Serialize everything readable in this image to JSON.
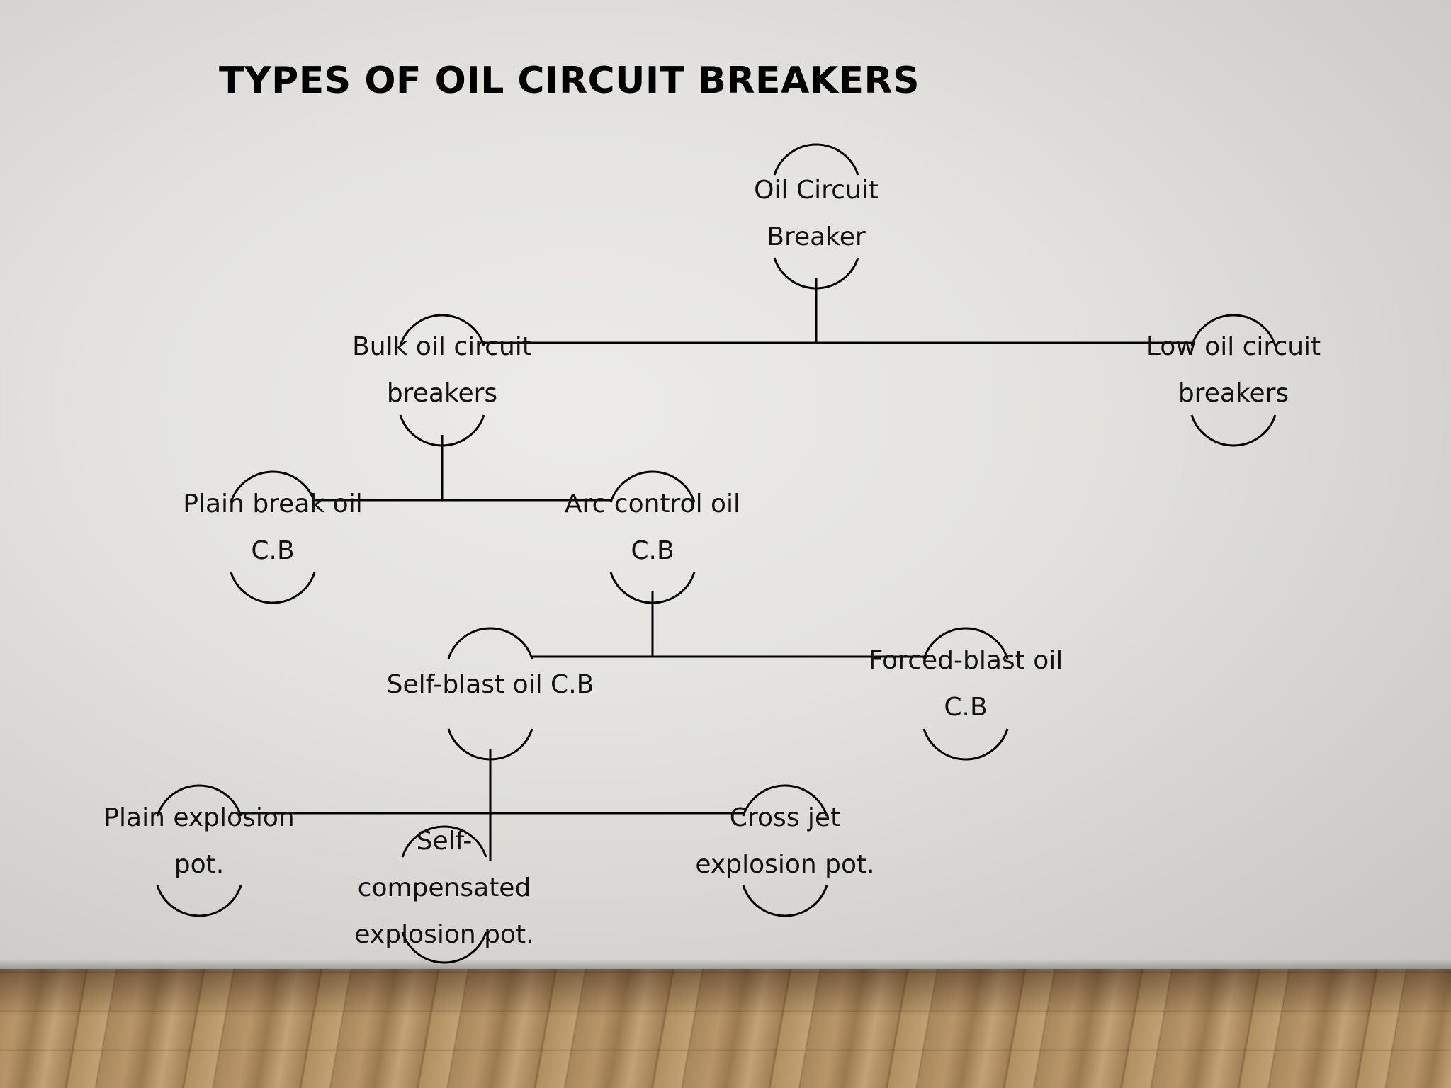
{
  "slide": {
    "title": "TYPES OF OIL CIRCUIT BREAKERS"
  },
  "nodes": {
    "root": {
      "line1": "Oil Circuit",
      "line2": "Breaker"
    },
    "bulk": {
      "line1": "Bulk oil circuit",
      "line2": "breakers"
    },
    "low": {
      "line1": "Low oil circuit",
      "line2": "breakers"
    },
    "plain_break": {
      "line1": "Plain break oil",
      "line2": "C.B"
    },
    "arc_control": {
      "line1": "Arc control oil",
      "line2": "C.B"
    },
    "self_blast": {
      "line1": "Self-blast oil C.B"
    },
    "forced_blast": {
      "line1": "Forced-blast oil",
      "line2": "C.B"
    },
    "plain_explosion": {
      "line1": "Plain explosion",
      "line2": "pot."
    },
    "self_compensated": {
      "line1": "Self-",
      "line2": "compensated",
      "line3": "explosion pot."
    },
    "cross_jet": {
      "line1": "Cross jet",
      "line2": "explosion pot."
    }
  }
}
